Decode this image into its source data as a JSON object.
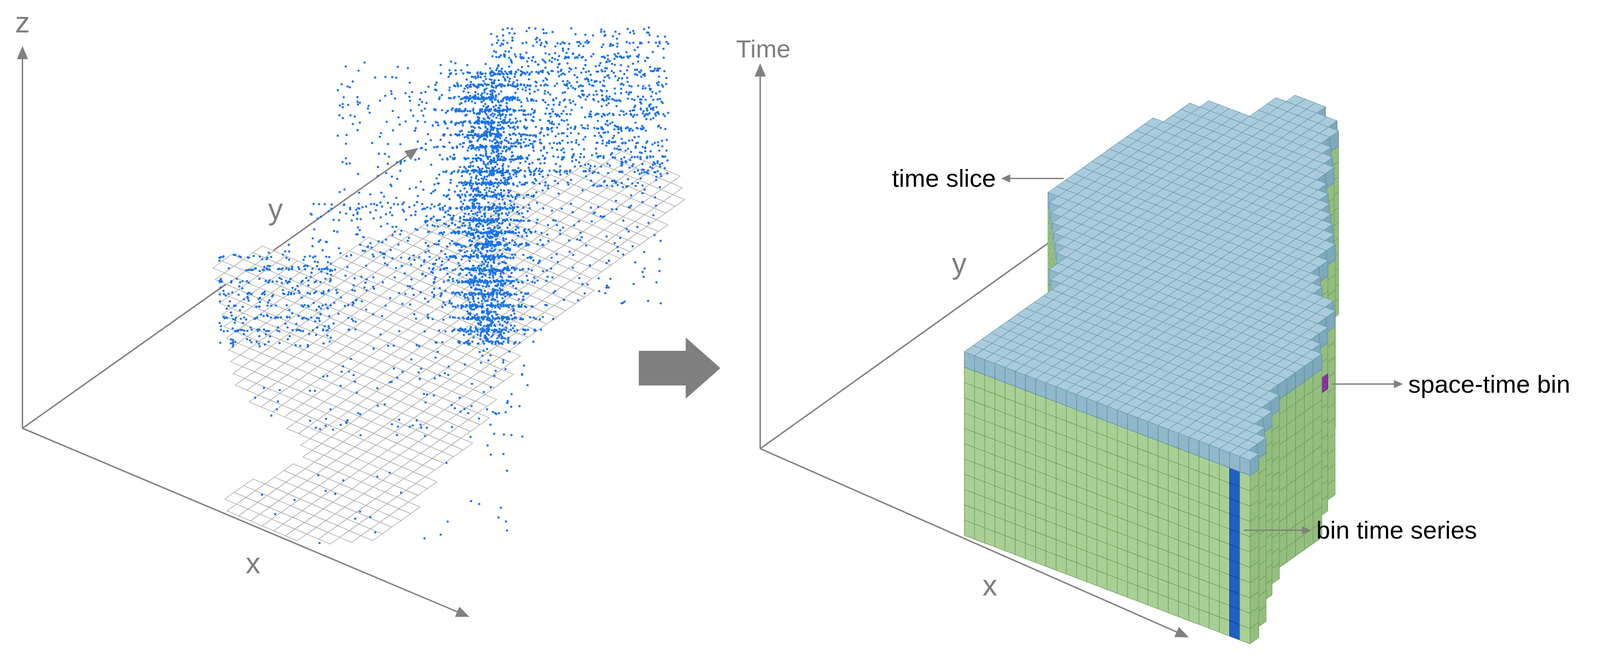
{
  "diagram": {
    "labels": [
      "z",
      "y",
      "x",
      "Time",
      "y",
      "x",
      "time slice",
      "space-time bin",
      "bin time series"
    ]
  }
}
